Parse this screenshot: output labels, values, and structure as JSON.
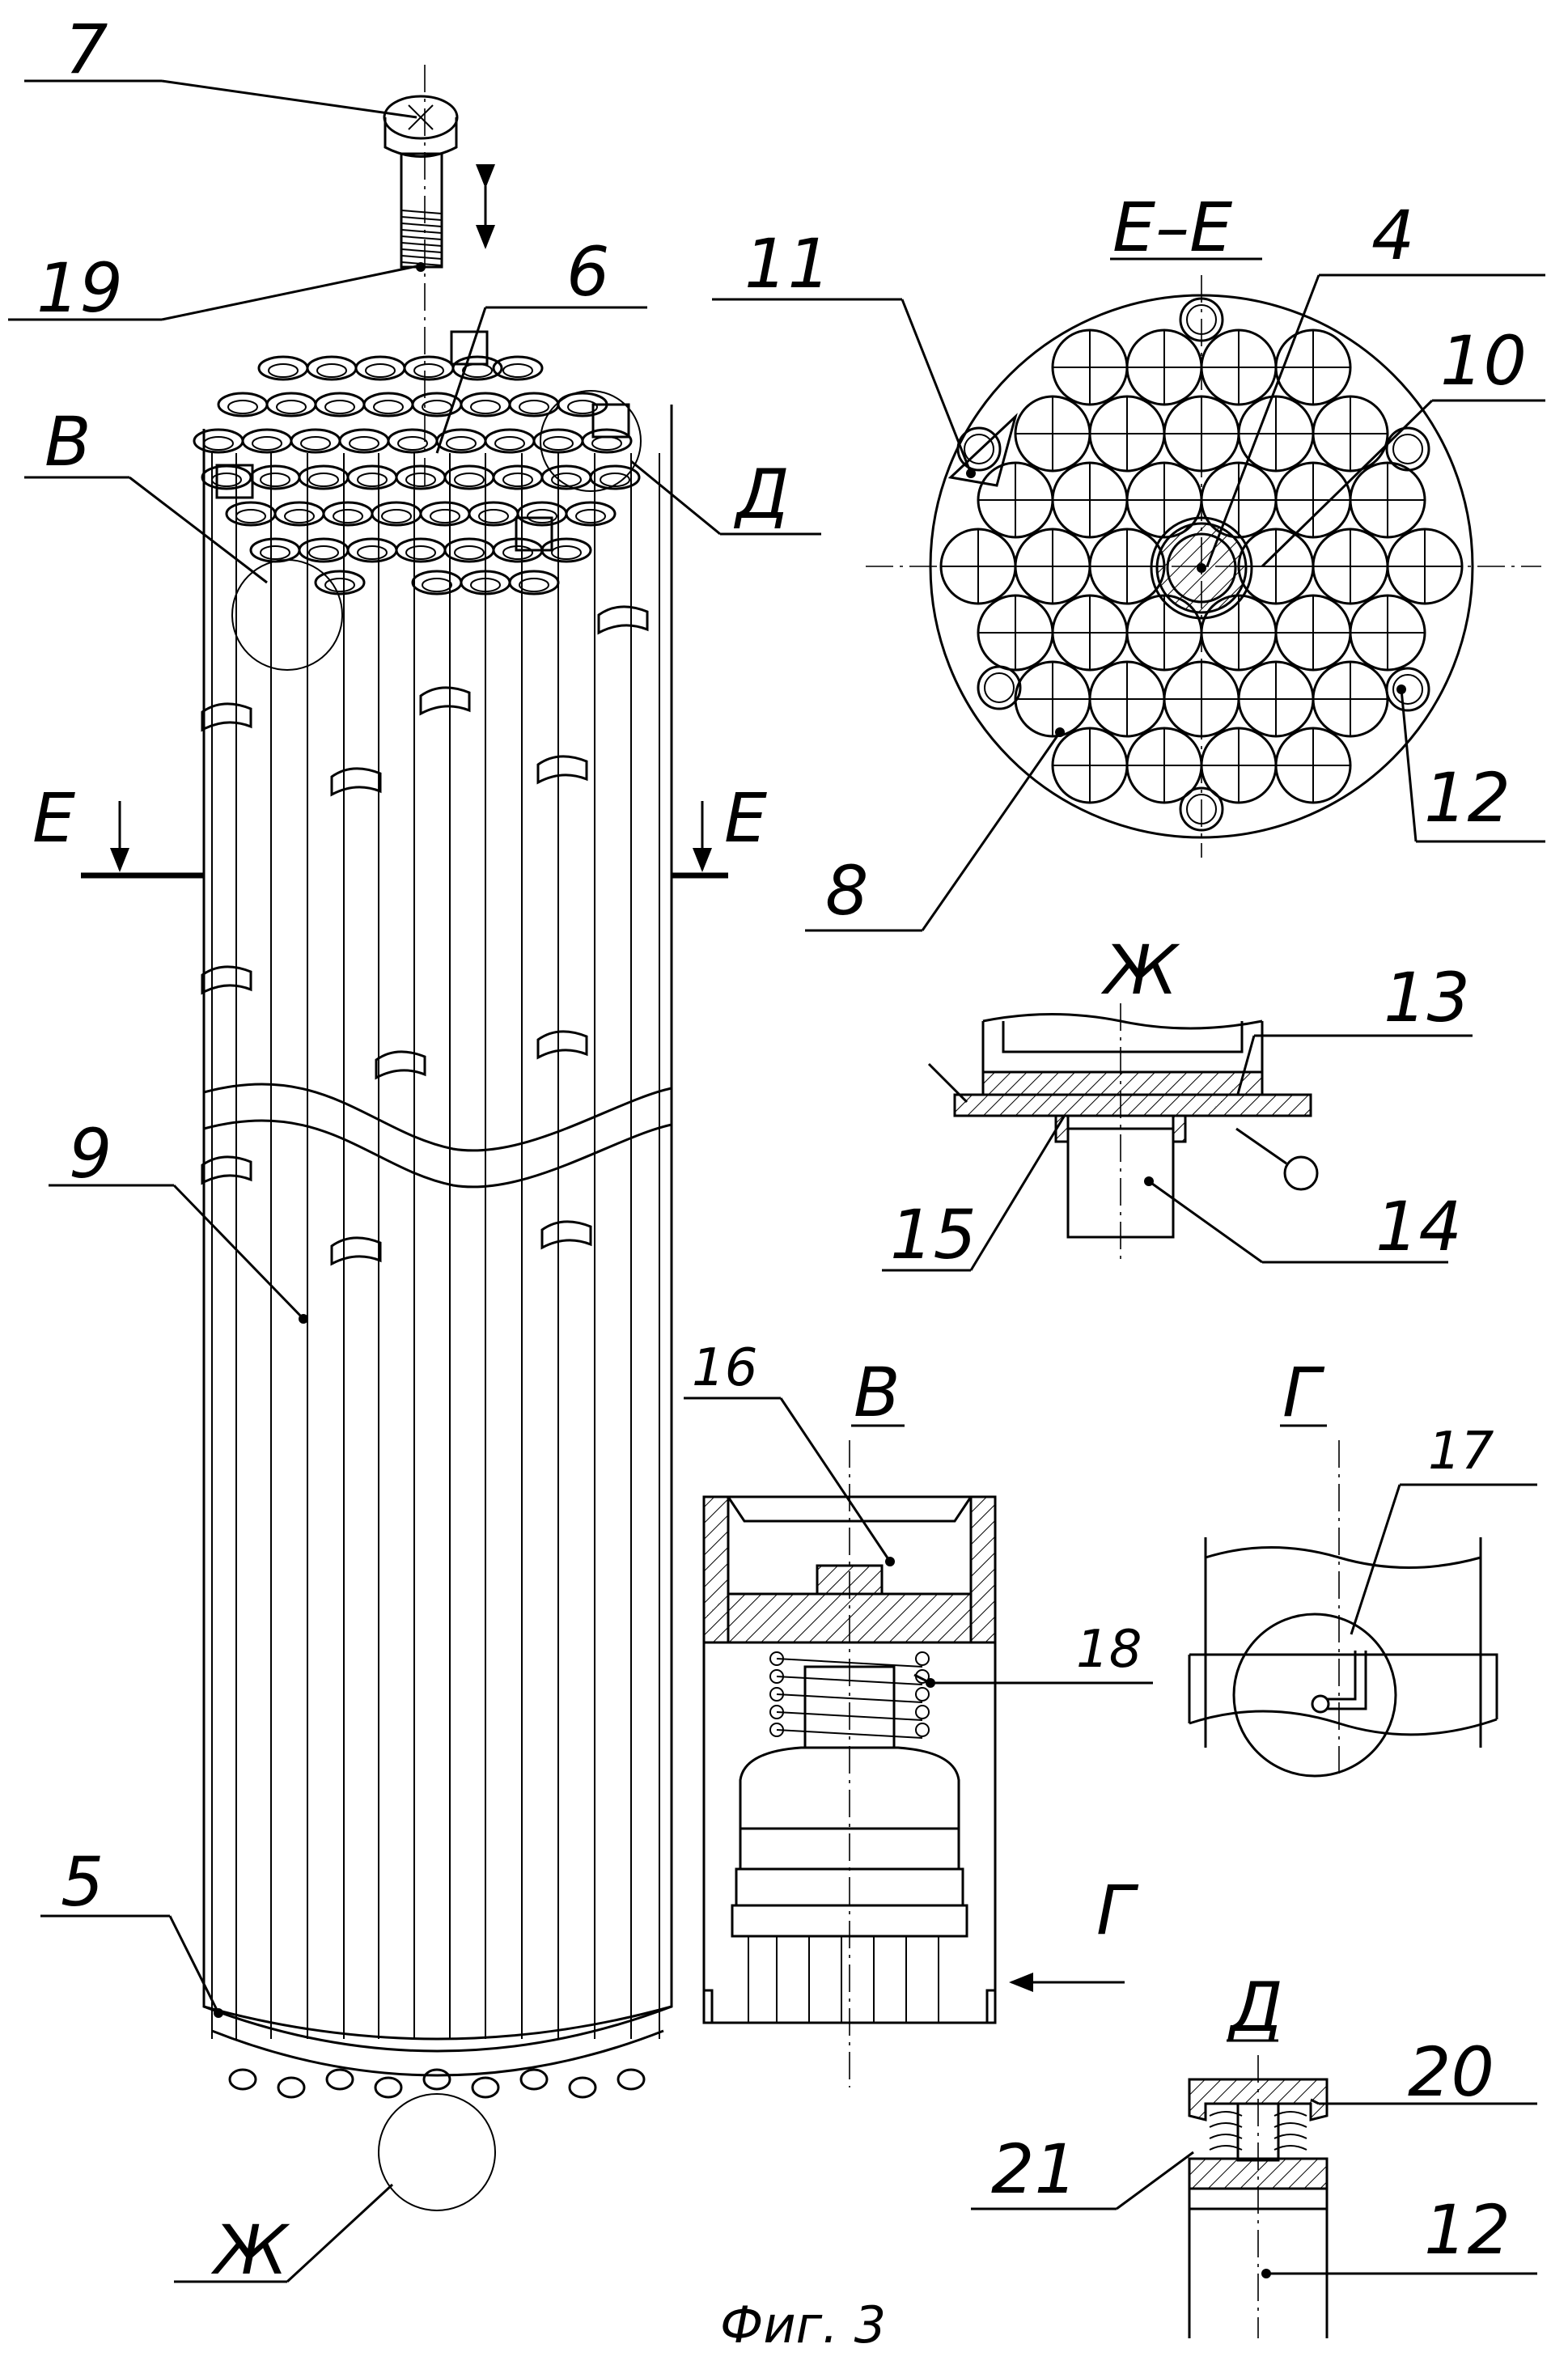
{
  "figure_caption": "Фиг. 3",
  "callouts": {
    "n4": "4",
    "n5": "5",
    "n6": "6",
    "n7": "7",
    "n8": "8",
    "n9": "9",
    "n10": "10",
    "n11": "11",
    "n12a": "12",
    "n12b": "12",
    "n13": "13",
    "n14": "14",
    "n15": "15",
    "n16": "16",
    "n17": "17",
    "n18": "18",
    "n19": "19",
    "n20": "20",
    "n21": "21"
  },
  "view_marks": {
    "v_main": "В",
    "d_main": "Д",
    "zh_main": "Ж",
    "e_left": "Е",
    "e_right": "Е",
    "g_arrow": "Г"
  },
  "view_titles": {
    "section_ee": "Е–Е",
    "detail_zh": "Ж",
    "detail_v": "В",
    "detail_g": "Г",
    "detail_d": "Д"
  }
}
